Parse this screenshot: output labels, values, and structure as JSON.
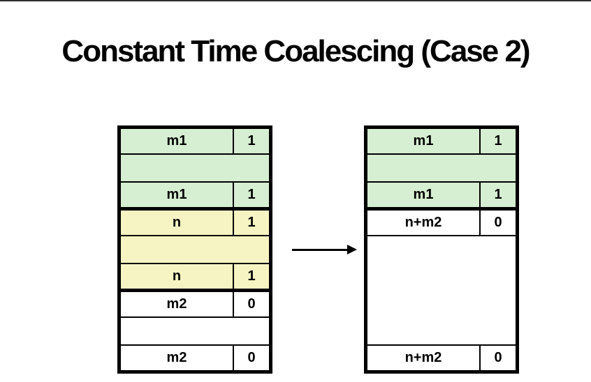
{
  "title": "Constant Time Coalescing (Case 2)",
  "colors": {
    "allocated_fill": "#d6eed1",
    "freed_fill": "#f6f4c2",
    "free_fill": "#ffffff",
    "border": "#000000",
    "top_rule": "#2e2e2e"
  },
  "before_table": {
    "rows": [
      {
        "label": "m1",
        "value": "1"
      },
      {
        "label": "",
        "value": ""
      },
      {
        "label": "m1",
        "value": "1"
      },
      {
        "label": "n",
        "value": "1"
      },
      {
        "label": "",
        "value": ""
      },
      {
        "label": "n",
        "value": "1"
      },
      {
        "label": "m2",
        "value": "0"
      },
      {
        "label": "",
        "value": ""
      },
      {
        "label": "m2",
        "value": "0"
      }
    ]
  },
  "after_table": {
    "rows": [
      {
        "label": "m1",
        "value": "1"
      },
      {
        "label": "",
        "value": ""
      },
      {
        "label": "m1",
        "value": "1"
      },
      {
        "label": "n+m2",
        "value": "0"
      },
      {
        "label": "",
        "value": ""
      },
      {
        "label": "n+m2",
        "value": "0"
      }
    ]
  }
}
